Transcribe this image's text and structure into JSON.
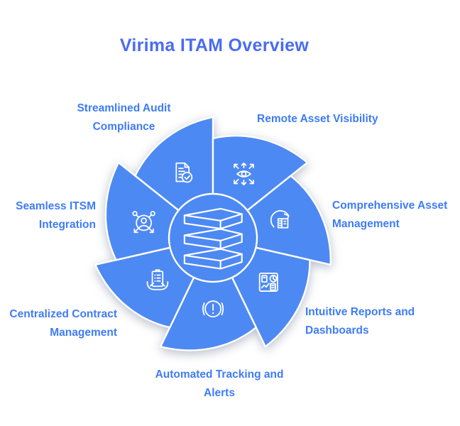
{
  "title": "Virima ITAM Overview",
  "diagram_type": "pinwheel-overview",
  "colors": {
    "wheel": "#4d89f3",
    "outline": "#ffffff",
    "label": "#3e7cf6",
    "title": "#4a6cf0",
    "background": "#ffffff"
  },
  "center": {
    "icon": "stacked-layers-icon"
  },
  "segments": [
    {
      "label": "Streamlined Audit Compliance",
      "icon": "document-check-icon"
    },
    {
      "label": "Remote Asset Visibility",
      "icon": "eye-visibility-icon"
    },
    {
      "label": "Comprehensive Asset Management",
      "icon": "asset-lifecycle-icon"
    },
    {
      "label": "Intuitive Reports and Dashboards",
      "icon": "dashboard-charts-icon"
    },
    {
      "label": "Automated Tracking and Alerts",
      "icon": "alert-icon"
    },
    {
      "label": "Centralized Contract Management",
      "icon": "contract-hands-icon"
    },
    {
      "label": "Seamless ITSM Integration",
      "icon": "user-network-icon"
    }
  ]
}
